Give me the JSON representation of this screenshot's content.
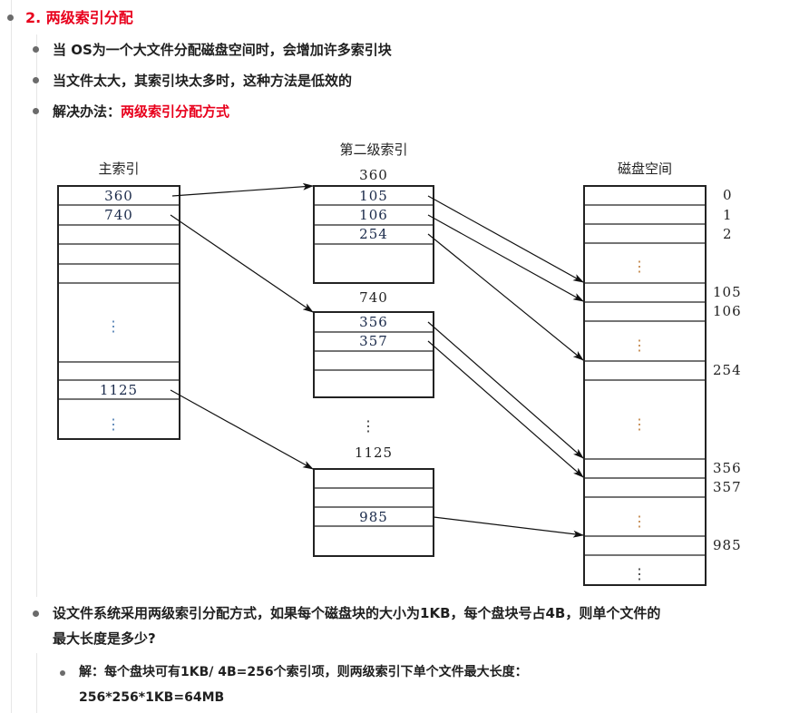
{
  "section": {
    "heading": "2. 两级索引分配",
    "bullets": [
      {
        "text": "当 OS为一个大文件分配磁盘空间时，会增加许多索引块"
      },
      {
        "text": "当文件太大，其索引块太多时，这种方法是低效的"
      },
      {
        "prefix": "解决办法：",
        "highlight": "两级索引分配方式"
      }
    ]
  },
  "diagram": {
    "main_index": {
      "label": "主索引",
      "entries": [
        "360",
        "740",
        "1125"
      ]
    },
    "second_level": {
      "label": "第二级索引",
      "blocks": [
        {
          "id": "360",
          "entries": [
            "105",
            "106",
            "254"
          ]
        },
        {
          "id": "740",
          "entries": [
            "356",
            "357"
          ]
        },
        {
          "id": "1125",
          "entries": [
            "985"
          ]
        }
      ]
    },
    "disk": {
      "label": "磁盘空间",
      "block_numbers": [
        "0",
        "1",
        "2",
        "105",
        "106",
        "254",
        "356",
        "357",
        "985"
      ]
    },
    "ellipsis": "⋮"
  },
  "question": {
    "line1": "设文件系统采用两级索引分配方式，如果每个磁盘块的大小为1KB，每个盘块号占4B，则单个文件的",
    "line2": "最大长度是多少?",
    "answer_line1": "解：每个盘块可有1KB/ 4B=256个索引项，则两级索引下单个文件最大长度：",
    "answer_line2": "256*256*1KB=64MB"
  },
  "colors": {
    "accent_red": "#e8001c",
    "text": "#1f1f1f",
    "bullet": "#6b6b6b"
  }
}
